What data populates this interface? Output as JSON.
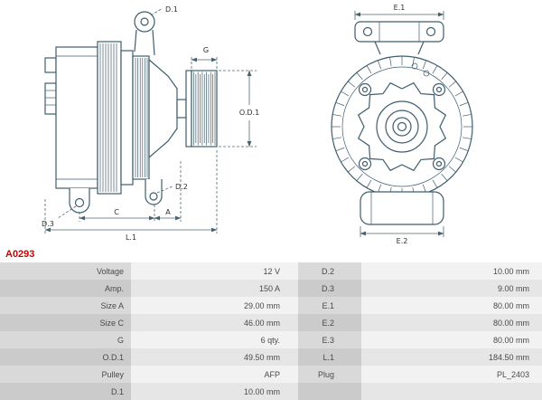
{
  "part_number": "A0293",
  "colors": {
    "accent_red": "#cc0000",
    "line": "#3f5d6c"
  },
  "diagram": {
    "labels": {
      "d1": "D.1",
      "g": "G",
      "od1": "O.D.1",
      "d2": "D.2",
      "d3": "D.3",
      "c": "C",
      "a": "A",
      "l1": "L.1",
      "e1": "E.1",
      "e2": "E.2"
    }
  },
  "spec_table": {
    "rows": [
      {
        "label_left": "Voltage",
        "value_left": "12 V",
        "label_right": "D.2",
        "value_right": "10.00 mm"
      },
      {
        "label_left": "Amp.",
        "value_left": "150 A",
        "label_right": "D.3",
        "value_right": "9.00 mm"
      },
      {
        "label_left": "Size A",
        "value_left": "29.00 mm",
        "label_right": "E.1",
        "value_right": "80.00 mm"
      },
      {
        "label_left": "Size C",
        "value_left": "46.00 mm",
        "label_right": "E.2",
        "value_right": "80.00 mm"
      },
      {
        "label_left": "G",
        "value_left": "6 qty.",
        "label_right": "E.3",
        "value_right": "80.00 mm"
      },
      {
        "label_left": "O.D.1",
        "value_left": "49.50 mm",
        "label_right": "L.1",
        "value_right": "184.50 mm"
      },
      {
        "label_left": "Pulley",
        "value_left": "AFP",
        "label_right": "Plug",
        "value_right": "PL_2403"
      },
      {
        "label_left": "D.1",
        "value_left": "10.00 mm",
        "label_right": "",
        "value_right": ""
      }
    ]
  }
}
